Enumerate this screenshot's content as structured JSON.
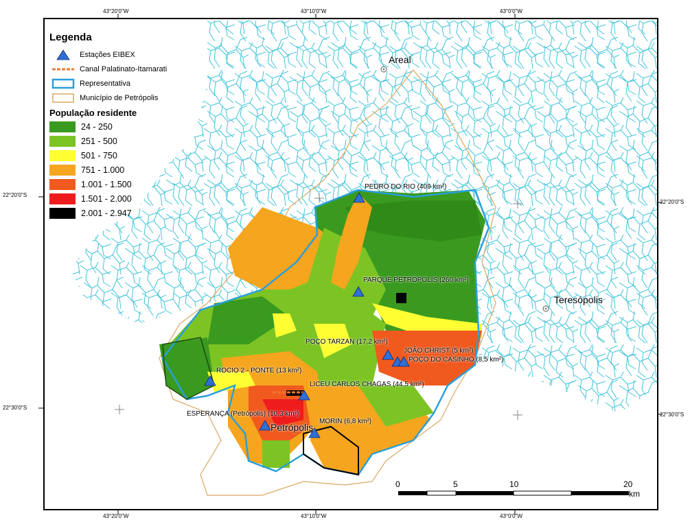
{
  "coordinates": {
    "top": [
      "43°20'0\"W",
      "43°10'0\"W",
      "43°0'0\"W"
    ],
    "bottom": [
      "43°20'0\"W",
      "43°10'0\"W",
      "43°0'0\"W"
    ],
    "left": [
      "22°20'0\"S",
      "22°30'0\"S"
    ],
    "right": [
      "22°20'0\"S",
      "22°30'0\"S"
    ]
  },
  "legend": {
    "title": "Legenda",
    "stations_label": "Estações EIBEX",
    "canal_label": "Canal Palatinato-Itamarati",
    "representativa_label": "Representativa",
    "municipio_label": "Município de Petrópolis",
    "population_title": "População residente",
    "population_classes": [
      {
        "label": "24 - 250",
        "color": "#3a9a1f"
      },
      {
        "label": "251 - 500",
        "color": "#7cc424"
      },
      {
        "label": "501 - 750",
        "color": "#ffff33"
      },
      {
        "label": "751 - 1.000",
        "color": "#f6a51e"
      },
      {
        "label": "1.001 - 1.500",
        "color": "#f15a1f"
      },
      {
        "label": "1.501 - 2.000",
        "color": "#ee1c1c"
      },
      {
        "label": "2.001 - 2.947",
        "color": "#000000"
      }
    ]
  },
  "stations": [
    {
      "label": "PEDRO DO RIO (409 km²)"
    },
    {
      "label": "PARQUE PETRÓPOLIS (260 km²)"
    },
    {
      "label": "POÇO TARZAN (17,2 km²)"
    },
    {
      "label": "JOÃO CHRIST (5 km²)"
    },
    {
      "label": "POÇO DO CASINHO (8,5 km²)"
    },
    {
      "label": "ROCIO 2 - PONTE (13 km²)"
    },
    {
      "label": "LICEU CARLOS CHAGAS (44,5 km²)"
    },
    {
      "label": "ESPERANÇA (Petrópolis) (10,3 km²)"
    },
    {
      "label": "MORIN (6,8 km²)"
    }
  ],
  "cities": {
    "areal": "Areal",
    "teresopolis": "Teresópolis",
    "petropolis": "Petrópolis"
  },
  "scalebar": {
    "ticks": [
      "0",
      "5",
      "10",
      "20"
    ],
    "unit": "km"
  },
  "colors": {
    "rivers": "#3ec3d9",
    "municipio_outline": "#d9a860",
    "representativa_outline": "#2a9fd9",
    "station_marker": "#2f6fd6",
    "canal": "#f07830"
  }
}
